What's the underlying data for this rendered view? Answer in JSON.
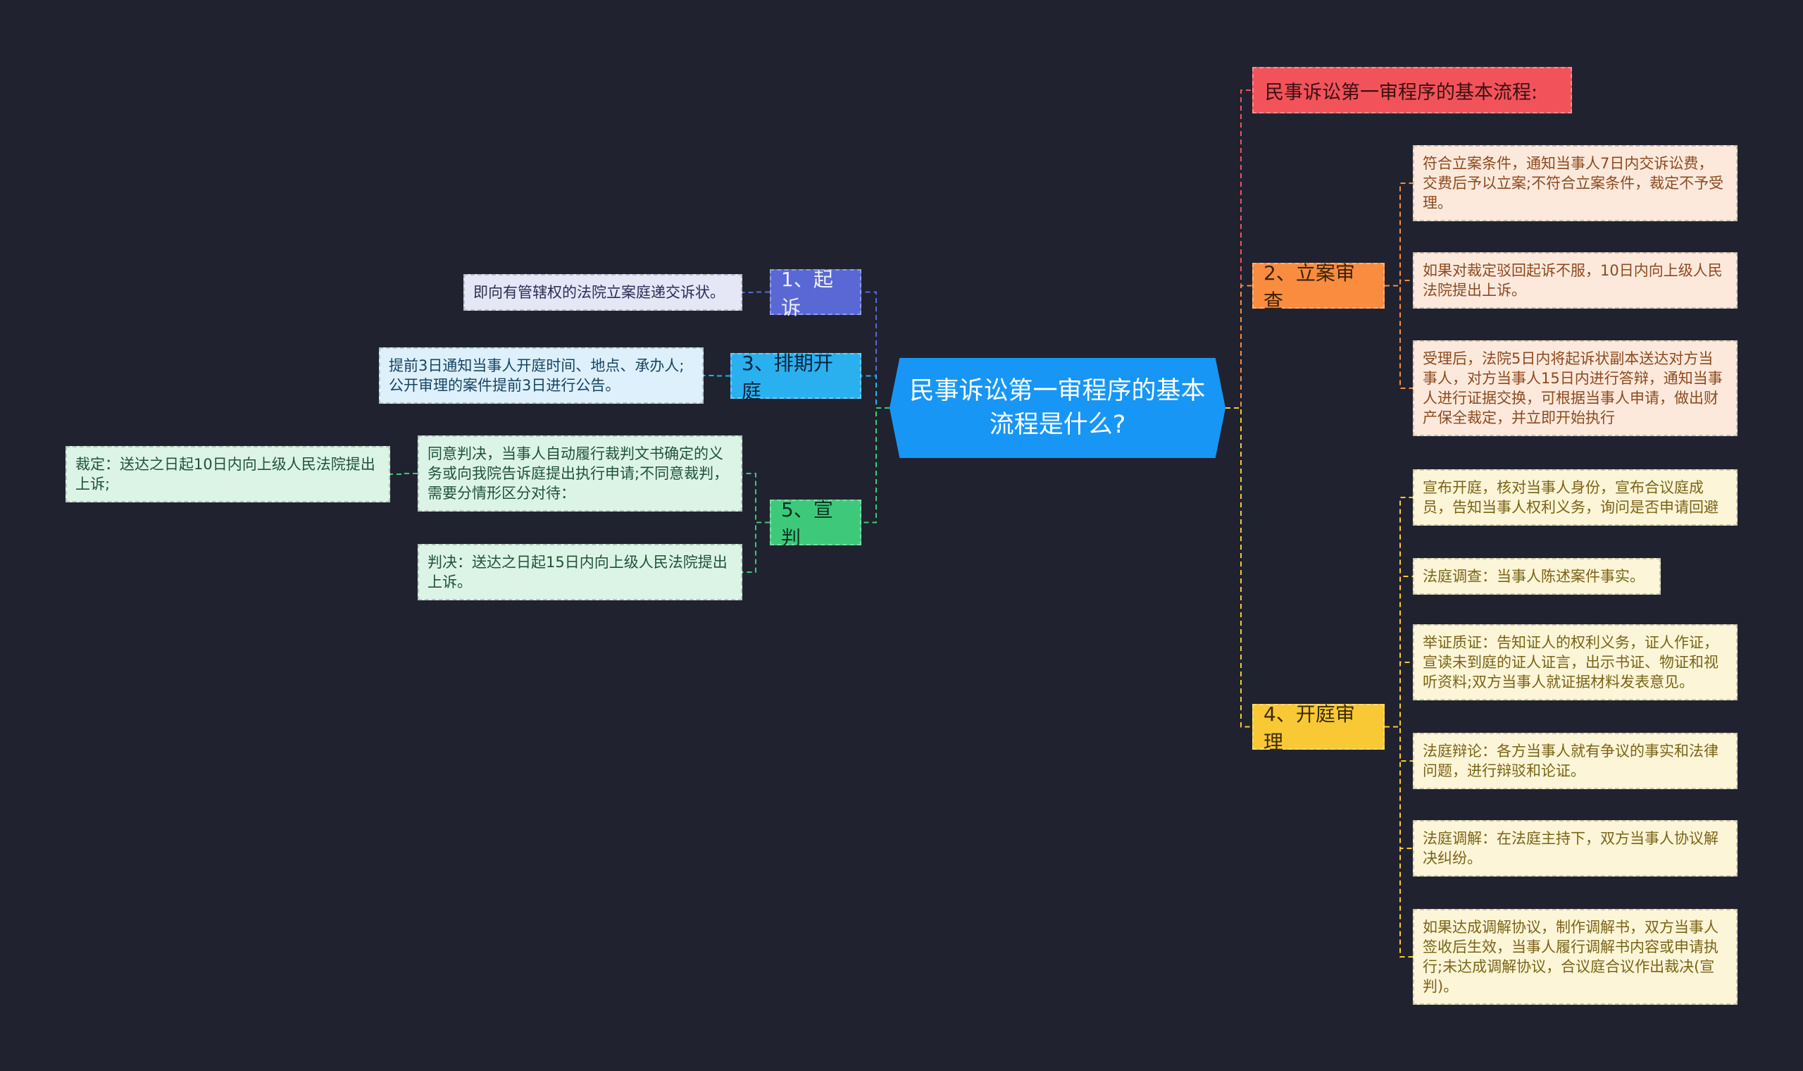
{
  "mindmap": {
    "center": "民事诉讼第一审程序的基本流程是什么?",
    "right": {
      "header": "民事诉讼第一审程序的基本流程:",
      "lian": {
        "label": "2、立案审查",
        "leaves": [
          "符合立案条件，通知当事人7日内交诉讼费，交费后予以立案;不符合立案条件，裁定不予受理。",
          "如果对裁定驳回起诉不服，10日内向上级人民法院提出上诉。",
          "受理后，法院5日内将起诉状副本送达对方当事人，对方当事人15日内进行答辩，通知当事人进行证据交换，可根据当事人申请，做出财产保全裁定，并立即开始执行"
        ]
      },
      "kaiting": {
        "label": "4、开庭审理",
        "leaves": [
          "宣布开庭，核对当事人身份，宣布合议庭成员，告知当事人权利义务，询问是否申请回避",
          "法庭调查：当事人陈述案件事实。",
          "举证质证：告知证人的权利义务，证人作证，宣读未到庭的证人证言，出示书证、物证和视听资料;双方当事人就证据材料发表意见。",
          "法庭辩论：各方当事人就有争议的事实和法律问题，进行辩驳和论证。",
          "法庭调解：在法庭主持下，双方当事人协议解决纠纷。",
          "如果达成调解协议，制作调解书，双方当事人签收后生效，当事人履行调解书内容或申请执行;未达成调解协议，合议庭合议作出裁决(宣判)。"
        ]
      }
    },
    "left": {
      "qisu": {
        "label": "1、起诉",
        "leaf": "即向有管辖权的法院立案庭递交诉状。"
      },
      "paiqi": {
        "label": "3、排期开庭",
        "leaf": "提前3日通知当事人开庭时间、地点、承办人;公开审理的案件提前3日进行公告。"
      },
      "xuanpan": {
        "label": "5、宣判",
        "agree": "同意判决，当事人自动履行裁判文书确定的义务或向我院告诉庭提出执行申请;不同意裁判，需要分情形区分对待：",
        "ruling": "裁定：送达之日起10日内向上级人民法院提出上诉;",
        "judgment": "判决：送达之日起15日内向上级人民法院提出上诉。"
      }
    },
    "colors": {
      "background": "#20232f",
      "center": "#1796f5",
      "header": "#f2535a",
      "lian": "#f98c3f",
      "kaiting": "#f8c935",
      "qisu": "#5a68d6",
      "paiqi": "#2ab0ef",
      "xuanpan": "#3ec97a"
    }
  }
}
